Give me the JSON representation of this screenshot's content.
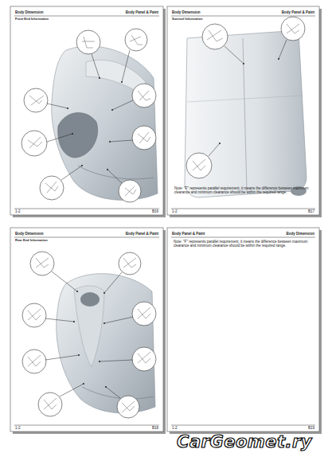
{
  "diagram": {
    "nodes": [
      {
        "text": [
          "Body Dimension",
          "Body Panel & Paint",
          "Front End Information",
          "1-2",
          "B16"
        ]
      },
      {
        "text": [
          "Body Dimension",
          "Body Panel & Paint",
          "Sunroof Information",
          "Note: \"F\" represents parallel requirement, it means the difference between maximum clearance and minimum clearance should be within the required range.",
          "1-2",
          "B17"
        ]
      },
      {
        "text": [
          "Body Dimension",
          "Body Panel & Paint",
          "Rear End Information",
          "1-2",
          "B18"
        ]
      },
      {
        "text": [
          "Body Panel & Paint",
          "Body Dimension",
          "Note: \"F\" represents parallel requirement, it means the difference between maximum clearance and minimum clearance should be within the required range.",
          "1-2",
          "B19"
        ]
      }
    ],
    "labels": [
      "CarGeomet.ry"
    ]
  }
}
